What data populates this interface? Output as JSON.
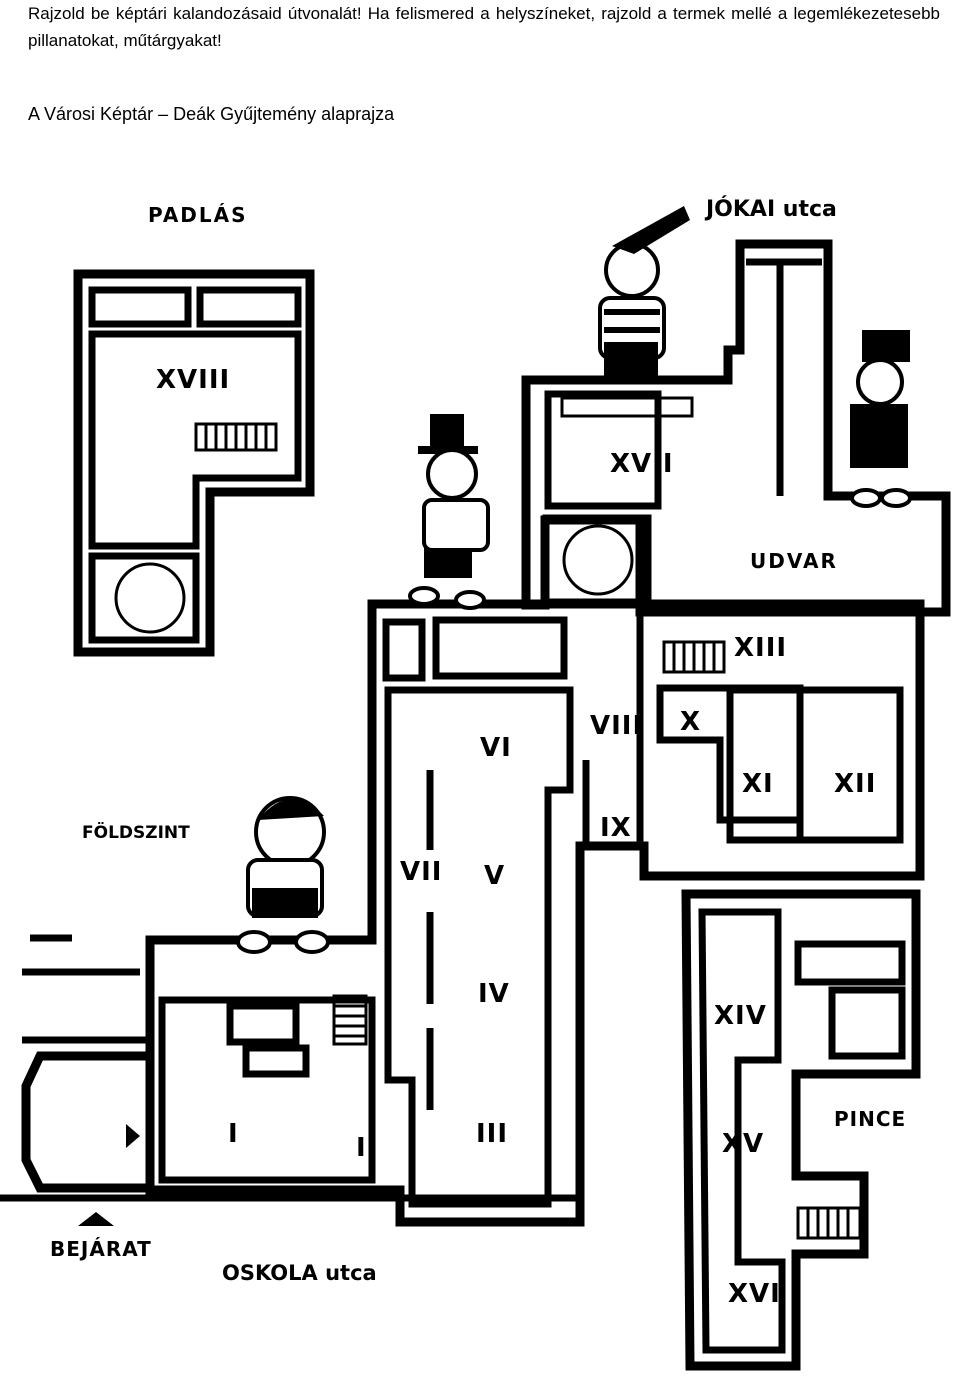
{
  "intro": {
    "line1": "Rajzold be képtári kalandozásaid útvonalát! Ha felismered a helyszíneket, rajzold a termek mellé a legemlékezetesebb pillanatokat, műtárgyakat!"
  },
  "subtitle": "A Városi Képtár – Deák Gyűjtemény alaprajza",
  "labels": {
    "attic": "PADLÁS",
    "street_top": "JÓKAI utca",
    "ground": "FÖLDSZINT",
    "yard": "UDVAR",
    "cellar": "PINCE",
    "entrance": "BEJÁRAT",
    "street_bottom": "OSKOLA utca"
  },
  "rooms": {
    "r1": "I",
    "r2": "II",
    "r3": "III",
    "r4": "IV",
    "r5": "V",
    "r6": "VI",
    "r7": "VII",
    "r8": "VIII",
    "r9": "IX",
    "r10": "X",
    "r11": "XI",
    "r12": "XII",
    "r13": "XIII",
    "r14": "XIV",
    "r15": "XV",
    "r16": "XVI",
    "r17": "XVII",
    "r18": "XVIII"
  }
}
